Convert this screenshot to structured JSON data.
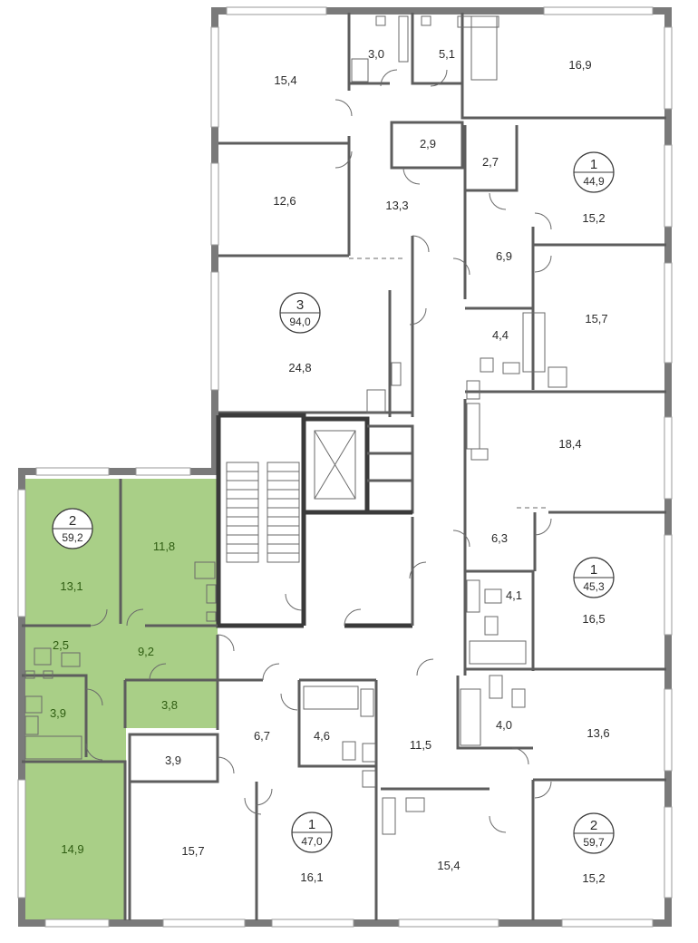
{
  "colors": {
    "highlight": "#a9cf87",
    "highlight_text": "#2f5d12",
    "wall": "#5d5d5d",
    "background": "#ffffff"
  },
  "rooms": {
    "r_15_4_top": "15,4",
    "r_3_0": "3,0",
    "r_5_1": "5,1",
    "r_16_9": "16,9",
    "r_2_9": "2,9",
    "r_2_7": "2,7",
    "r_12_6": "12,6",
    "r_13_3": "13,3",
    "r_15_2_top": "15,2",
    "r_6_9": "6,9",
    "r_15_7_right": "15,7",
    "r_4_4": "4,4",
    "r_24_8": "24,8",
    "r_18_4": "18,4",
    "r_6_3": "6,3",
    "r_4_1": "4,1",
    "r_16_5": "16,5",
    "r_11_8": "11,8",
    "r_13_1": "13,1",
    "r_2_5": "2,5",
    "r_9_2": "9,2",
    "r_3_9_left": "3,9",
    "r_3_8": "3,8",
    "r_6_7": "6,7",
    "r_4_6": "4,6",
    "r_11_5": "11,5",
    "r_4_0": "4,0",
    "r_13_6": "13,6",
    "r_3_9_mid": "3,9",
    "r_14_9": "14,9",
    "r_15_7_bottom": "15,7",
    "r_16_1": "16,1",
    "r_15_4_bottom": "15,4",
    "r_15_2_bottom": "15,2"
  },
  "badges": [
    {
      "rooms": "1",
      "area": "44,9"
    },
    {
      "rooms": "3",
      "area": "94,0"
    },
    {
      "rooms": "2",
      "area": "59,2"
    },
    {
      "rooms": "1",
      "area": "45,3"
    },
    {
      "rooms": "1",
      "area": "47,0"
    },
    {
      "rooms": "2",
      "area": "59,7"
    }
  ]
}
